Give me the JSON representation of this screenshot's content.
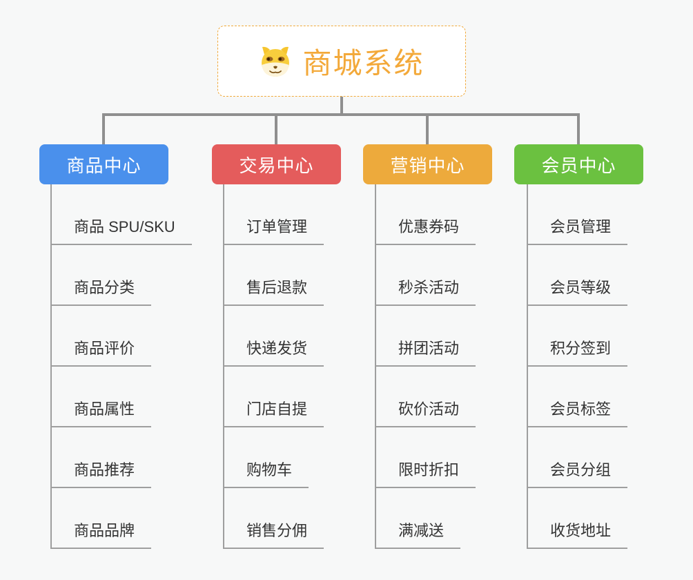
{
  "root": {
    "title": "商城系统",
    "icon": "doge-icon",
    "title_color": "#f3a93a",
    "border_color": "#f0a838"
  },
  "connector_color": "#8f8f8f",
  "leaf_line_color": "#9e9e9e",
  "branches": [
    {
      "label": "商品中心",
      "color": "#4a90ec",
      "items": [
        "商品 SPU/SKU",
        "商品分类",
        "商品评价",
        "商品属性",
        "商品推荐",
        "商品品牌"
      ]
    },
    {
      "label": "交易中心",
      "color": "#e45c5c",
      "items": [
        "订单管理",
        "售后退款",
        "快递发货",
        "门店自提",
        "购物车",
        "销售分佣"
      ]
    },
    {
      "label": "营销中心",
      "color": "#edaa3c",
      "items": [
        "优惠券码",
        "秒杀活动",
        "拼团活动",
        "砍价活动",
        "限时折扣",
        "满减送"
      ]
    },
    {
      "label": "会员中心",
      "color": "#6bc140",
      "items": [
        "会员管理",
        "会员等级",
        "积分签到",
        "会员标签",
        "会员分组",
        "收货地址"
      ]
    }
  ]
}
